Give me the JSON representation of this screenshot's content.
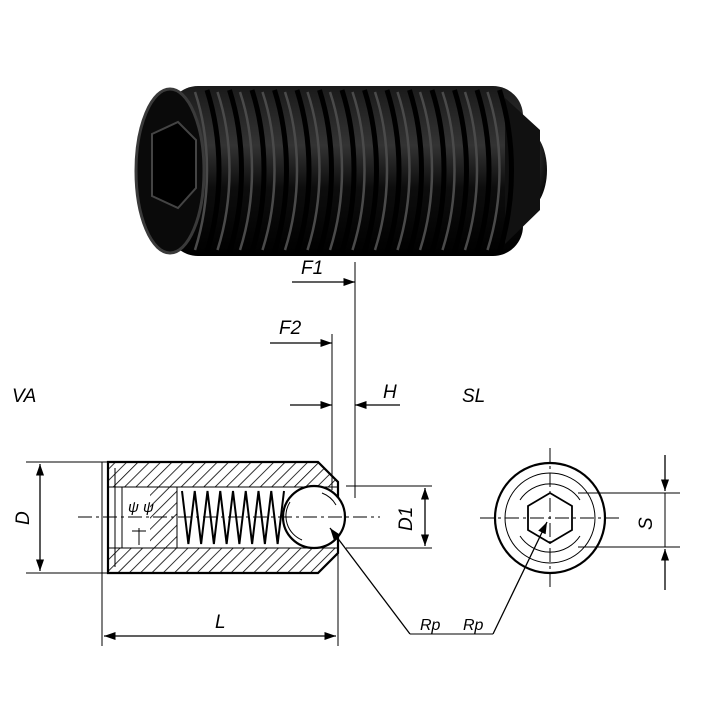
{
  "labels": {
    "f1": "F1",
    "f2": "F2",
    "h": "H",
    "va": "VA",
    "sl": "SL",
    "d": "D",
    "d1": "D1",
    "l": "L",
    "rp_left": "Rp",
    "rp_right": "Rp",
    "s": "S"
  }
}
